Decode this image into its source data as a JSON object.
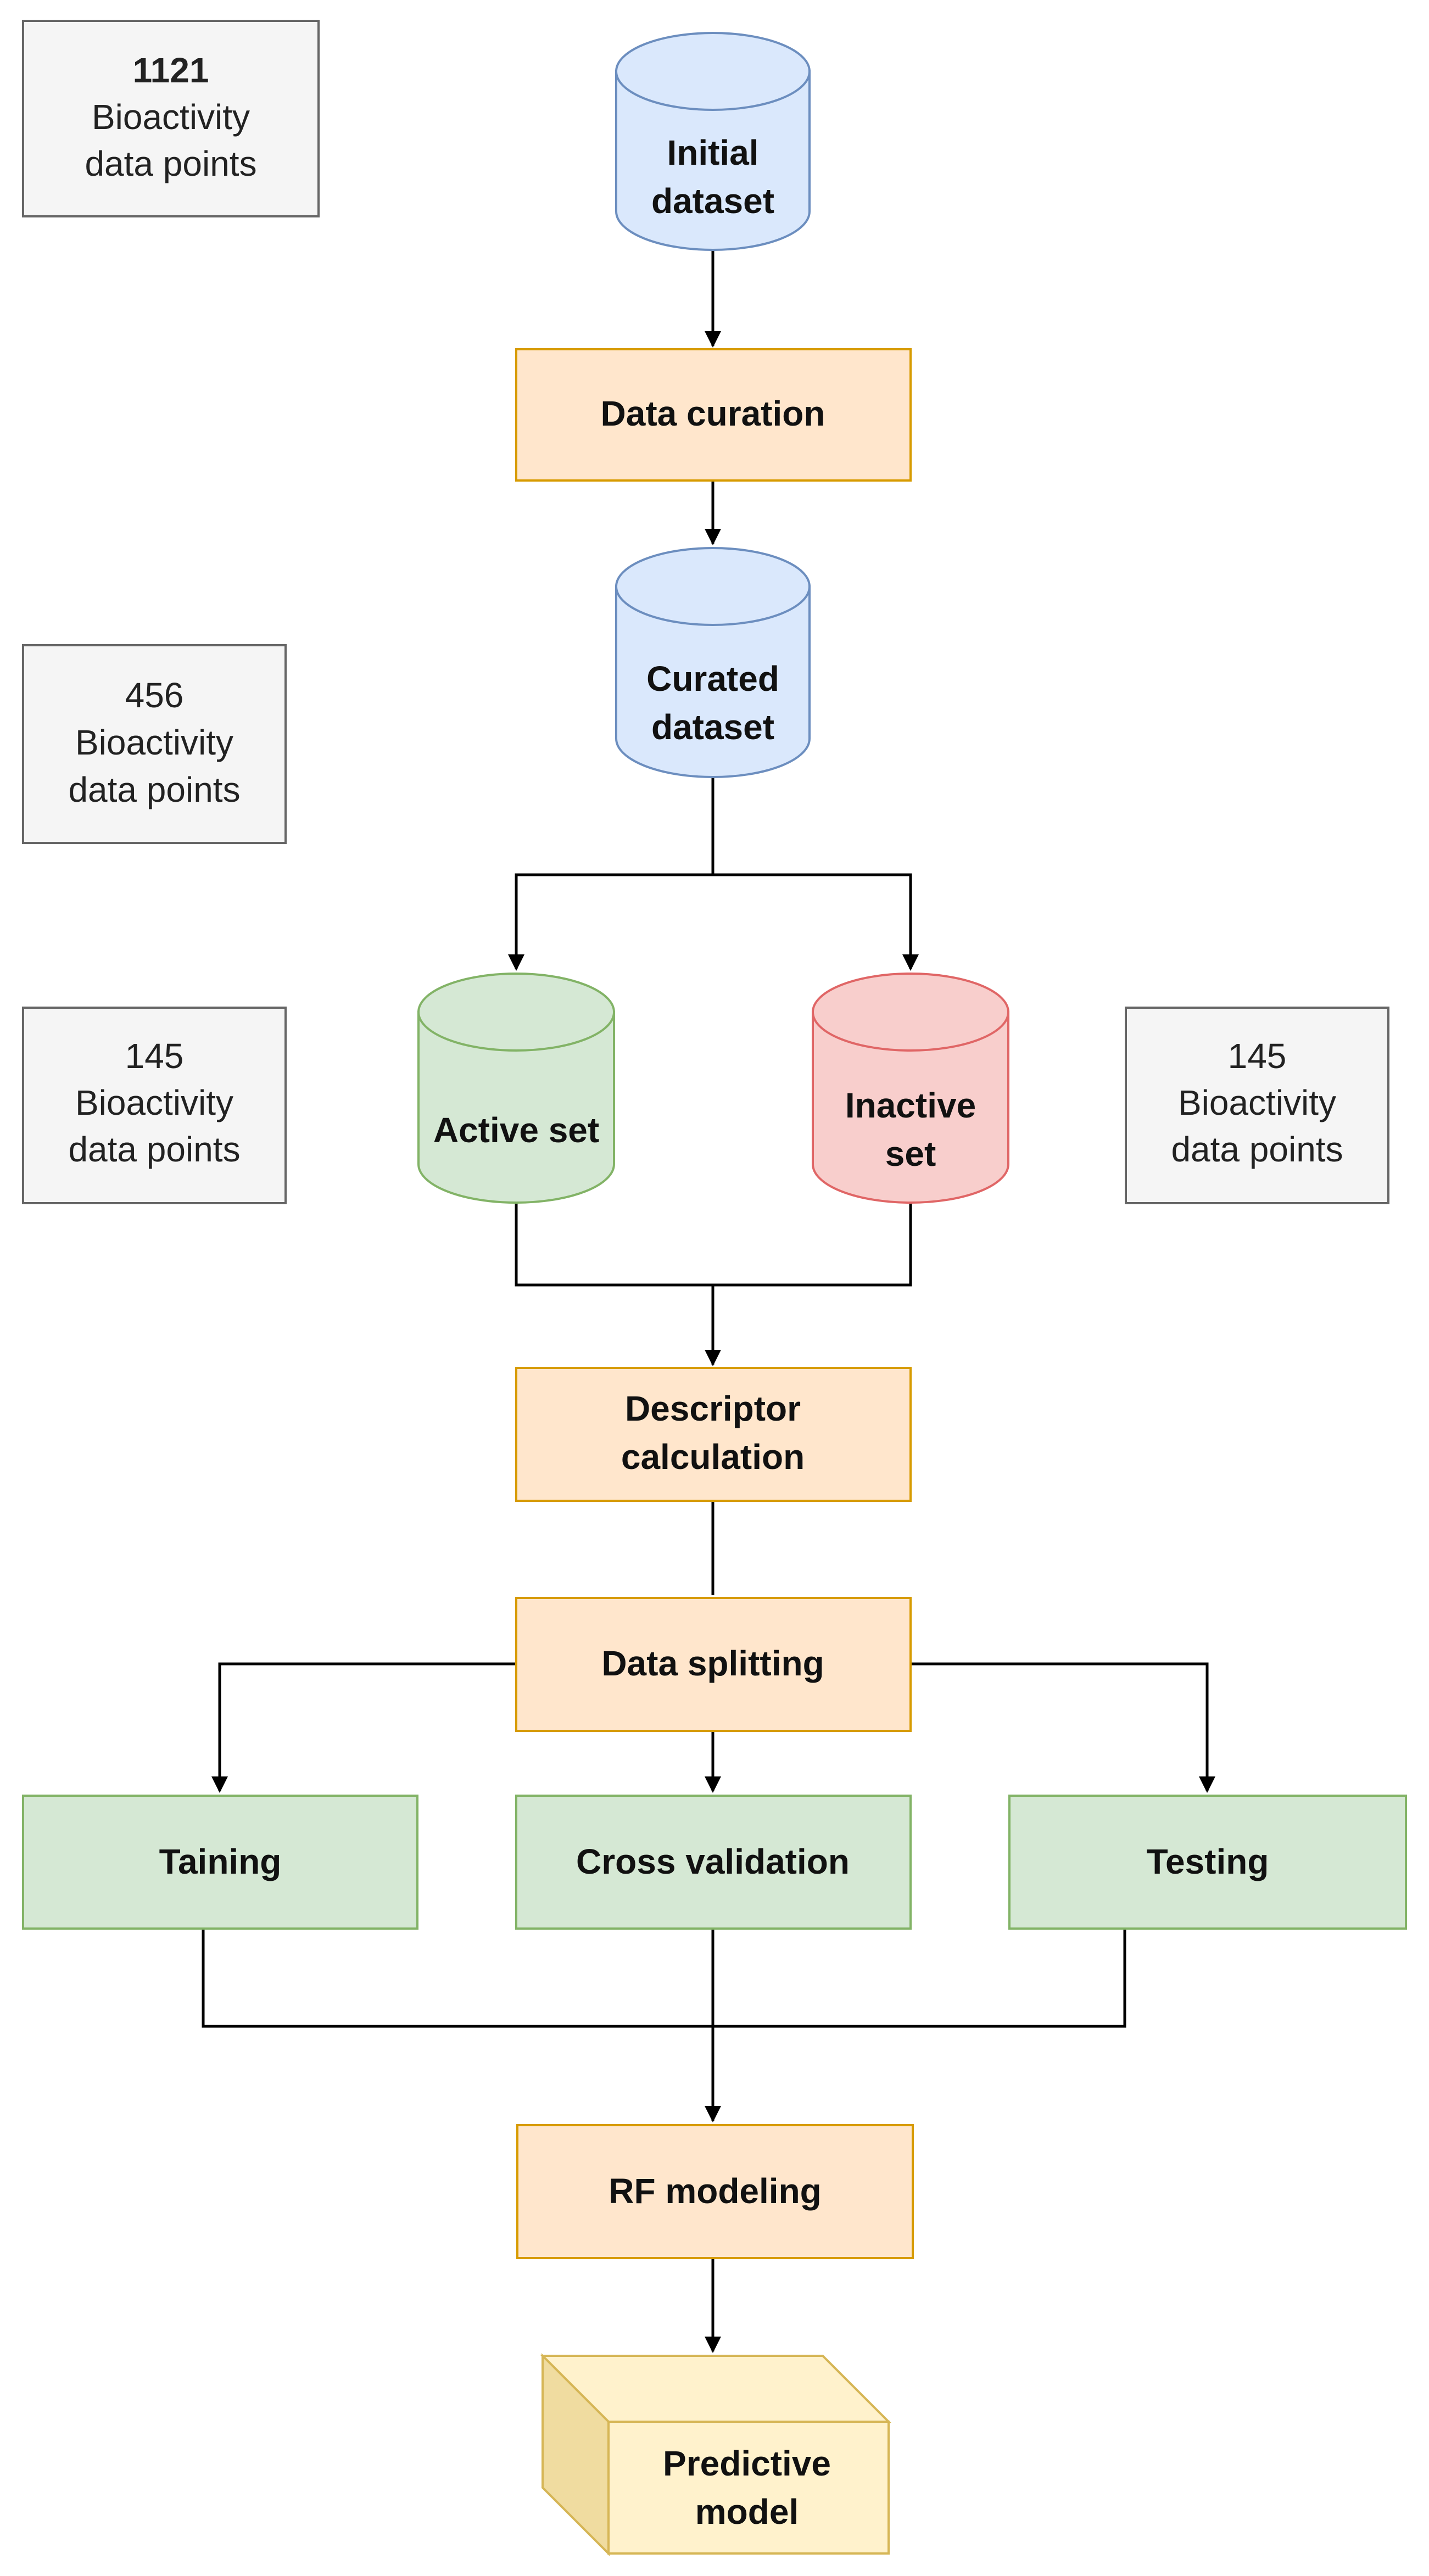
{
  "annotations": {
    "initial": {
      "count": "1121",
      "line1": "Bioactivity",
      "line2": "data points"
    },
    "curated": {
      "count": "456",
      "line1": "Bioactivity",
      "line2": "data points"
    },
    "active": {
      "count": "145",
      "line1": "Bioactivity",
      "line2": "data points"
    },
    "inactive": {
      "count": "145",
      "line1": "Bioactivity",
      "line2": "data points"
    }
  },
  "nodes": {
    "initial_dataset": {
      "line1": "Initial",
      "line2": "dataset"
    },
    "data_curation": {
      "label": "Data curation"
    },
    "curated_dataset": {
      "line1": "Curated",
      "line2": "dataset"
    },
    "active_set": {
      "label": "Active set"
    },
    "inactive_set": {
      "line1": "Inactive",
      "line2": "set"
    },
    "descriptor_calculation": {
      "line1": "Descriptor",
      "line2": "calculation"
    },
    "data_splitting": {
      "label": "Data splitting"
    },
    "training": {
      "label": "Taining"
    },
    "cross_validation": {
      "label": "Cross validation"
    },
    "testing": {
      "label": "Testing"
    },
    "rf_modeling": {
      "label": "RF modeling"
    },
    "predictive_model": {
      "line1": "Predictive",
      "line2": "model"
    }
  },
  "colors": {
    "blue_fill": "#dae8fc",
    "blue_stroke": "#6c8ebf",
    "orange_fill": "#ffe6cc",
    "orange_stroke": "#d79b00",
    "green_fill": "#d5e8d4",
    "green_stroke": "#82b366",
    "red_fill": "#f8cecc",
    "red_stroke": "#e06666",
    "gray_fill": "#f5f5f5",
    "gray_stroke": "#666666",
    "cube_fill": "#fff2cc",
    "cube_side": "#f0dca0",
    "cube_stroke": "#d6b656"
  }
}
